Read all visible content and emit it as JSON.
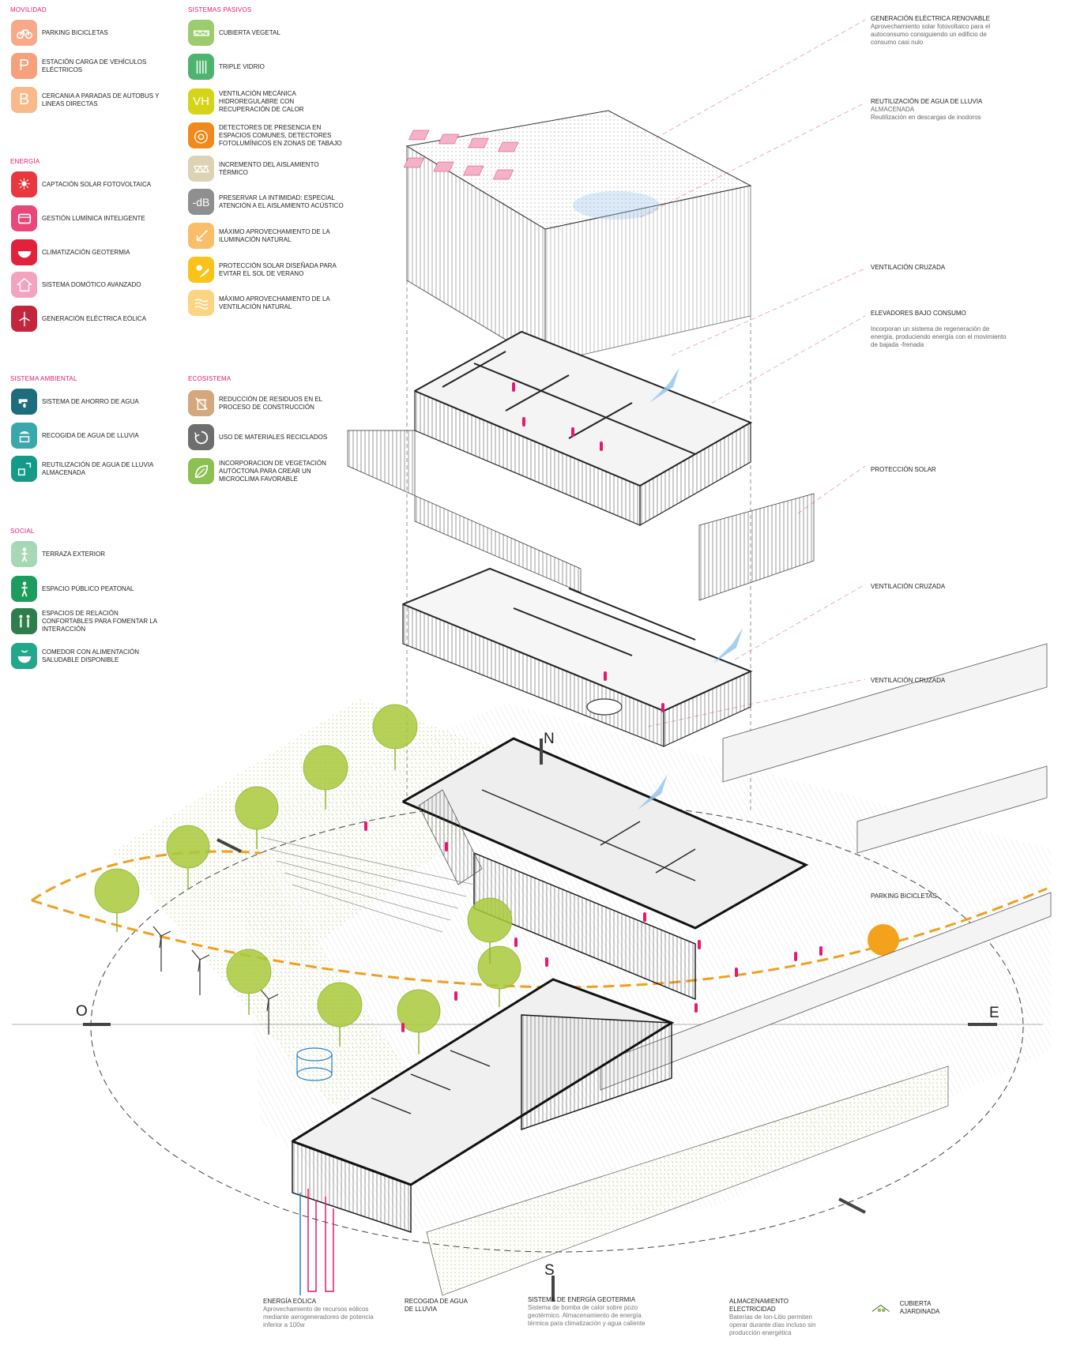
{
  "legend": {
    "movilidad": {
      "title": "MOVILIDAD",
      "items": [
        {
          "label": "PARKING BICICLETAS",
          "icon": "bicycle-icon",
          "color": "#f7a98a",
          "glyph": ""
        },
        {
          "label": "ESTACIÓN CARGA DE VEHÍCULOS ELÉCTRICOS",
          "icon": "parking-icon",
          "color": "#f7a07c",
          "glyph": "P"
        },
        {
          "label": "CERCANIA A PARADAS DE AUTOBUS Y LINEAS DIRECTAS",
          "icon": "bus-stop-icon",
          "color": "#f9b98a",
          "glyph": "B"
        }
      ]
    },
    "energia": {
      "title": "ENERGÍA",
      "items": [
        {
          "label": "CAPTACIÓN SOLAR FOTOVOLTAICA",
          "icon": "sun-icon",
          "color": "#e8373f",
          "glyph": "☀"
        },
        {
          "label": "GESTIÓN LUMÍNICA INTELIGENTE",
          "icon": "light-management-icon",
          "color": "#e9467a",
          "glyph": ""
        },
        {
          "label": "CLIMATIZACIÓN GEOTERMIA",
          "icon": "geothermal-icon",
          "color": "#e2213c",
          "glyph": ""
        },
        {
          "label": "SISTEMA DOMÓTICO AVANZADO",
          "icon": "domotics-icon",
          "color": "#f4a3bf",
          "glyph": ""
        },
        {
          "label": "GENERACIÓN ELÉCTRICA EÓLICA",
          "icon": "wind-turbine-icon",
          "color": "#c3263c",
          "glyph": ""
        }
      ]
    },
    "ambiental": {
      "title": "SISTEMA AMBIENTAL",
      "items": [
        {
          "label": "SISTEMA DE AHORRO DE AGUA",
          "icon": "water-tap-icon",
          "color": "#1e6d7d",
          "glyph": ""
        },
        {
          "label": "RECOGIDA DE AGUA DE LLUVIA",
          "icon": "rain-collection-icon",
          "color": "#3aa7ad",
          "glyph": ""
        },
        {
          "label": "REUTILIZACIÓN DE AGUA DE LLUVIA ALMACENADA",
          "icon": "water-reuse-icon",
          "color": "#159a8a",
          "glyph": ""
        }
      ]
    },
    "social": {
      "title": "SOCIAL",
      "items": [
        {
          "label": "TERRAZA EXTERIOR",
          "icon": "terrace-icon",
          "color": "#a7d8b6",
          "glyph": ""
        },
        {
          "label": "ESPACIO PÚBLICO PEATONAL",
          "icon": "pedestrian-icon",
          "color": "#1d9d5d",
          "glyph": ""
        },
        {
          "label": "ESPACIOS DE RELACIÓN CONFORTABLES PARA FOMENTAR LA INTERACCIÓN",
          "icon": "people-interaction-icon",
          "color": "#2e7d4c",
          "glyph": ""
        },
        {
          "label": "COMEDOR CON ALIMENTACIÓN SALUDABLE DISPONIBLE",
          "icon": "dining-icon",
          "color": "#22a78b",
          "glyph": ""
        }
      ]
    },
    "pasivos": {
      "title": "SISTEMAS PASIVOS",
      "items": [
        {
          "label": "CUBIERTA VEGETAL",
          "icon": "green-roof-icon",
          "color": "#9ccc6d",
          "glyph": ""
        },
        {
          "label": "TRIPLE VIDRIO",
          "icon": "triple-glass-icon",
          "color": "#4db36f",
          "glyph": ""
        },
        {
          "label": "VENTILACIÓN MECÁNICA HIDROREGULABRE CON RECUPERACIÓN DE CALOR",
          "icon": "vh-icon",
          "color": "#d6d419",
          "glyph": "VH"
        },
        {
          "label": "DETECTORES DE PRESENCIA EN ESPACIOS COMUNES, DETECTORES FOTOLUMÍNICOS EN ZONAS DE TABAJO",
          "icon": "presence-detector-icon",
          "color": "#f08a1c",
          "glyph": "◎"
        },
        {
          "label": "INCREMENTO DEL AISLAMIENTO TÉRMICO",
          "icon": "insulation-icon",
          "color": "#ddd3b4",
          "glyph": ""
        },
        {
          "label": "PRESERVAR LA INTIMIDAD: ESPECIAL ATENCIÓN A EL AISLAMIENTO ACÚSTICO",
          "icon": "acoustic-db-icon",
          "color": "#8f8f8f",
          "glyph": "-dB"
        },
        {
          "label": "MÁXIMO APROVECHAMIENTO DE LA ILUMINACIÓN NATURAL",
          "icon": "daylight-icon",
          "color": "#f8be69",
          "glyph": ""
        },
        {
          "label": "PROTECCIÓN SOLAR DISEÑADA PARA EVITAR EL SOL DE VERANO",
          "icon": "sun-protection-icon",
          "color": "#f9c31b",
          "glyph": ""
        },
        {
          "label": "MÁXIMO APROVECHAMIENTO DE LA VENTILACIÓN NATURAL",
          "icon": "natural-ventilation-icon",
          "color": "#fcd482",
          "glyph": ""
        }
      ]
    },
    "ecosistema": {
      "title": "ECOSISTEMA",
      "items": [
        {
          "label": "REDUCCIÓN DE RESIDUOS EN EL PROCESO DE CONSTRUCCIÓN",
          "icon": "waste-reduction-icon",
          "color": "#d4a77c",
          "glyph": ""
        },
        {
          "label": "USO DE MATERIALES RECICLADOS",
          "icon": "recycle-icon",
          "color": "#6e6e6e",
          "glyph": ""
        },
        {
          "label": "INCORPORACION DE VEGETACIÓN AUTÓCTONA PARA CREAR UN MICROCLIMA FAVORABLE",
          "icon": "leaf-icon",
          "color": "#8cc152",
          "glyph": ""
        }
      ]
    }
  },
  "annotations": [
    {
      "title": "GENERACIÓN ELÉCTRICA RENOVABLE",
      "desc": "Aprovechamiento solar fotovoltaico para el autoconsumo consiguiendo un edificio de consumo casi nulo"
    },
    {
      "title": "REUTILIZACIÓN DE AGUA DE LLUVIA",
      "sub": "ALMACENADA",
      "desc": "Reutilización en descargas de inodoros"
    },
    {
      "title": "VENTILACIÓN CRUZADA",
      "desc": ""
    },
    {
      "title": "ELEVADORES BAJO CONSUMO",
      "desc": "Incorporan un sistema de regeneración de energía, produciendo energía con el movimiento de bajada -frenada"
    },
    {
      "title": "PROTECCIÓN SOLAR",
      "desc": ""
    },
    {
      "title": "VENTILACIÓN CRUZADA",
      "desc": ""
    },
    {
      "title": "VENTILACIÓN CRUZADA",
      "desc": ""
    },
    {
      "title": "PARKING BICICLETAS",
      "desc": ""
    }
  ],
  "compass": {
    "n": "N",
    "s": "S",
    "e": "E",
    "o": "O"
  },
  "bottom": [
    {
      "title": "ENERGÍA EÓLICA",
      "desc": "Aprovechamiento de recursos eólicos mediante aerogeneradores de potencia inferior a 100w"
    },
    {
      "title": "RECOGIDA DE AGUA DE LLUVIA",
      "desc": ""
    },
    {
      "title": "SISTEMA DE ENERGÍA GEOTERMIA",
      "desc": "Sistema de bomba de calor sobre pozo geotérmico. Almacenamiento de energía térmica para climatización y agua caliente"
    },
    {
      "title": "ALMACENAMIENTO ELECTRICIDAD",
      "desc": "Baterías de Ion-Litio permiten operar durante días incluso sin producción energética"
    },
    {
      "title": "CUBIERTA AJARDINADA",
      "desc": ""
    }
  ],
  "colors": {
    "accent": "#e6196e",
    "sun": "#f4a21b",
    "tree": "#a8c93b",
    "line": "#222222"
  }
}
